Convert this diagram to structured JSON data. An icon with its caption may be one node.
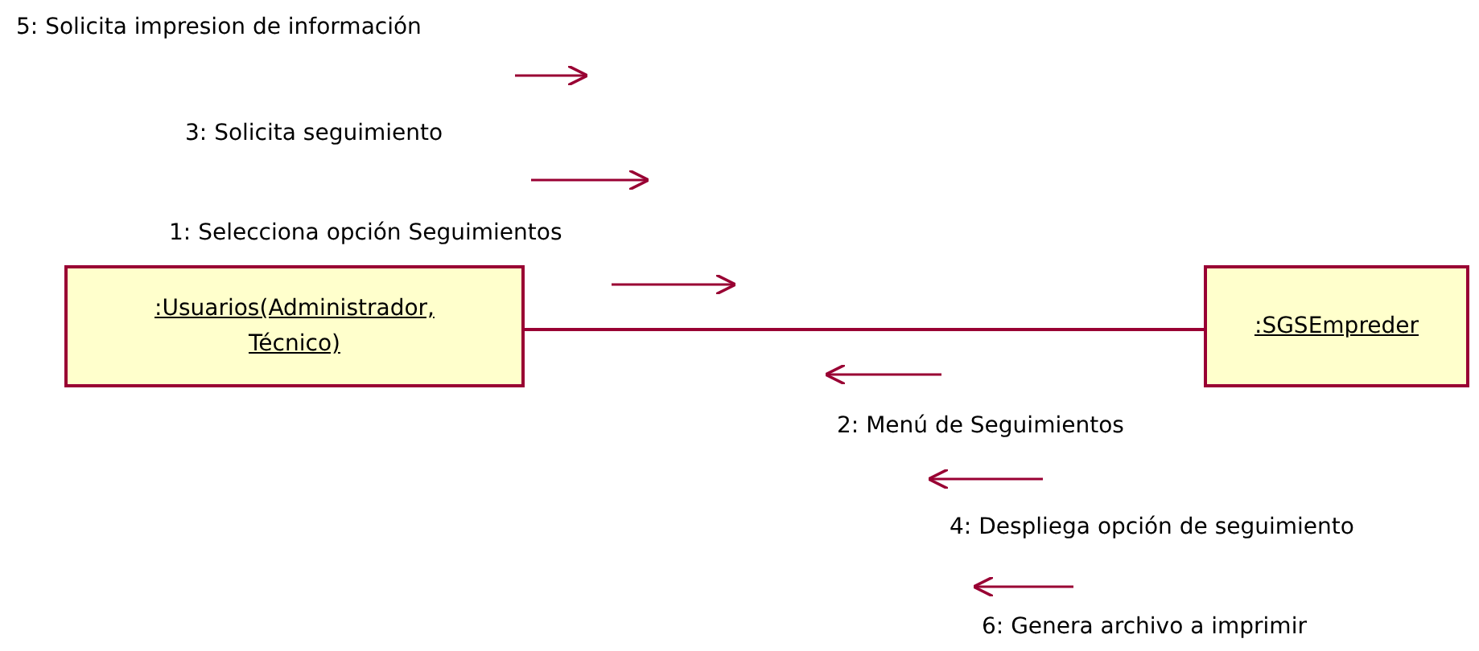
{
  "diagram": {
    "nodes": [
      {
        "text": [
          ":Usuarios(Administrador, Técnico)"
        ]
      },
      {
        "text": [
          ":SGSEmpreder"
        ]
      }
    ],
    "edges": [
      {
        "from": 0,
        "to": 1,
        "arrow": "none"
      }
    ],
    "labels": [
      "5: Solicita impresion de información",
      "3: Solicita seguimiento",
      "1: Selecciona opción Seguimientos",
      "2: Menú de Seguimientos",
      "4: Despliega opción de seguimiento",
      "6: Genera archivo a imprimir"
    ]
  }
}
